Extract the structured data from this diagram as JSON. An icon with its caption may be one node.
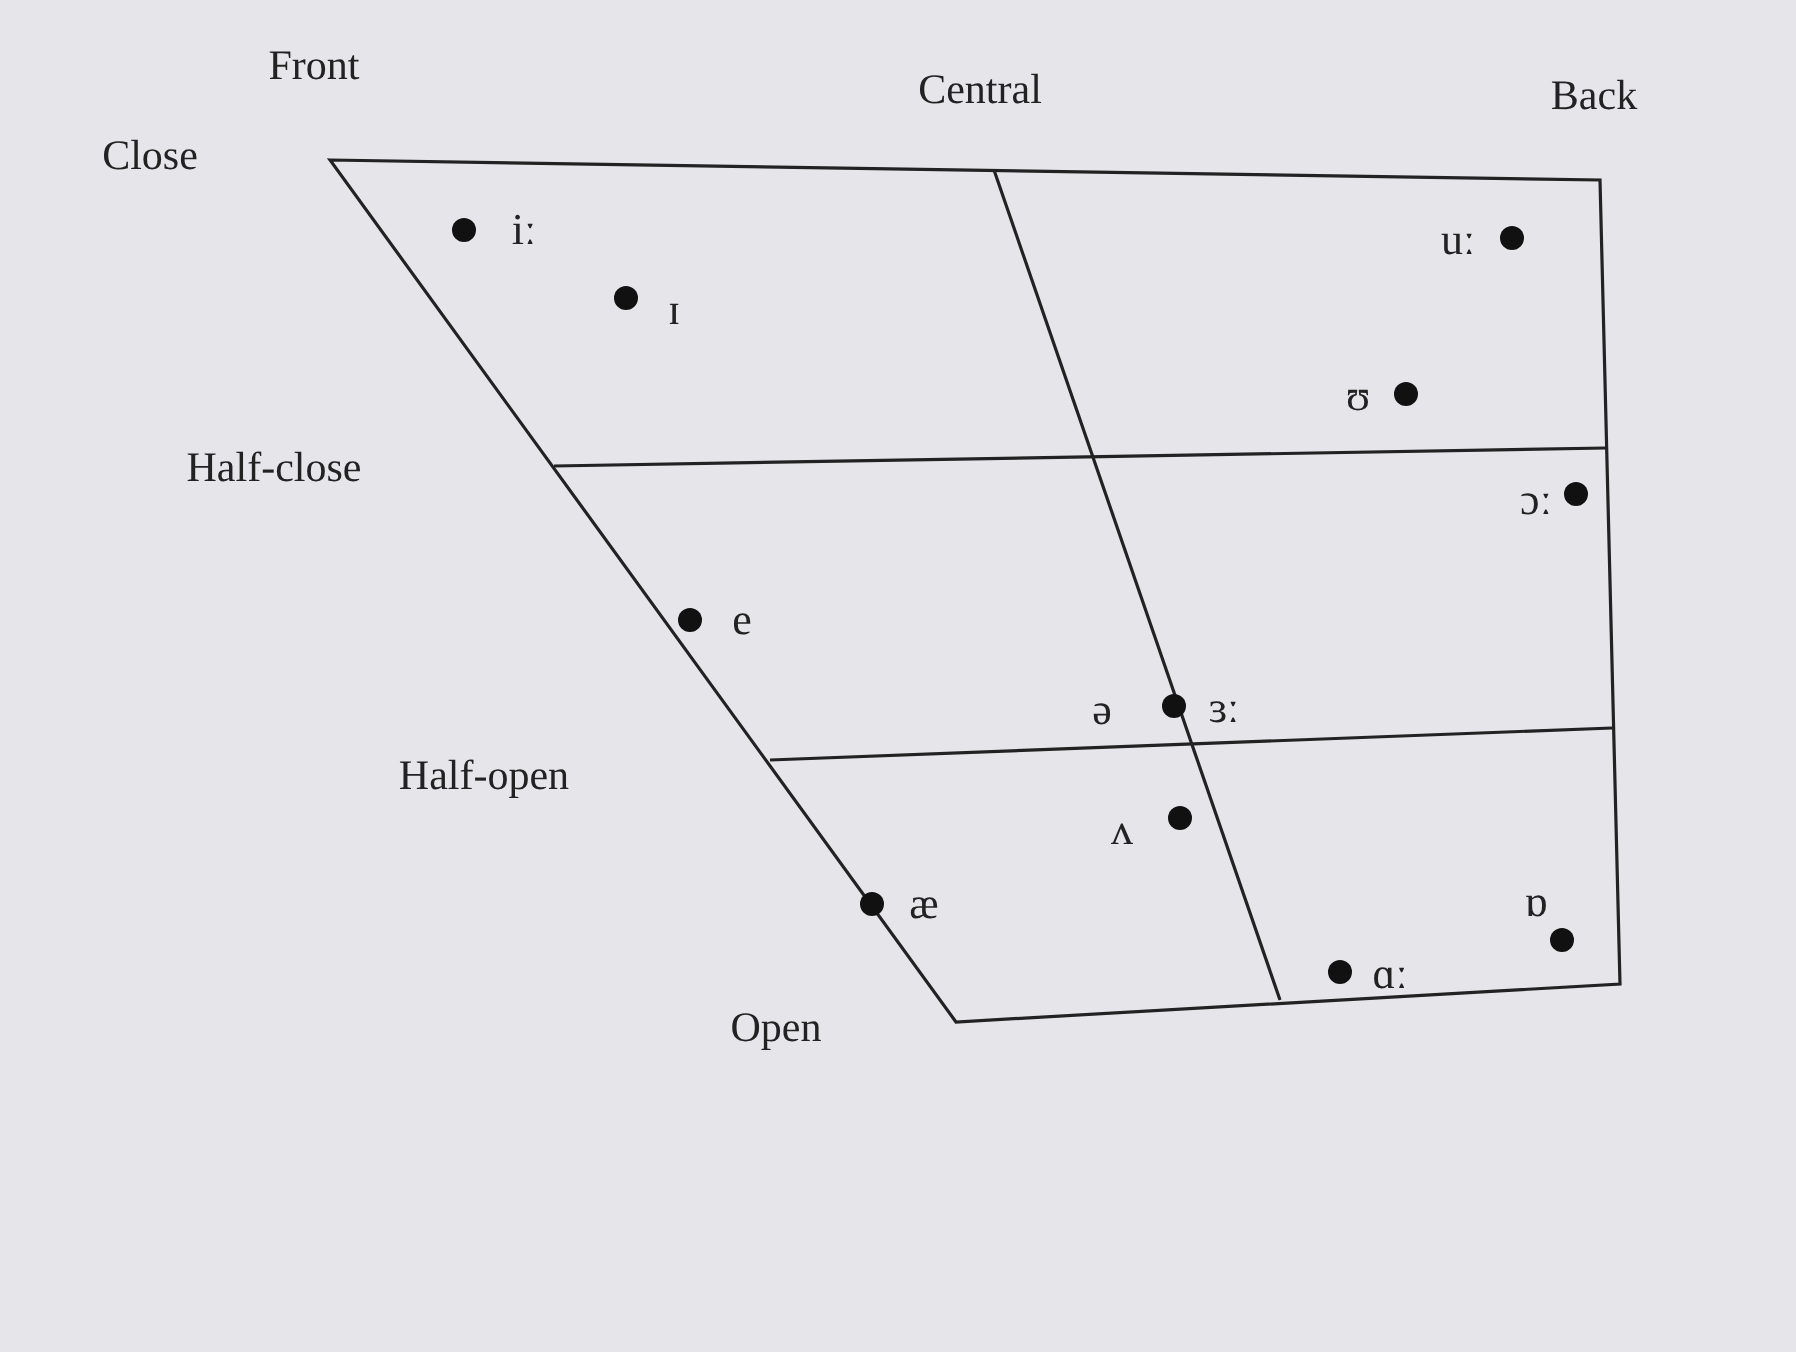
{
  "diagram": {
    "labels": [
      "Front",
      "Central",
      "Back",
      "Close",
      "iː",
      "uː",
      "ɪ",
      "ʊ",
      "Half-close",
      "ɔː",
      "e",
      "ə",
      "ɜː",
      "Half-open",
      "ʌ",
      "æ",
      "ɒ",
      "ɑː",
      "Open"
    ]
  }
}
